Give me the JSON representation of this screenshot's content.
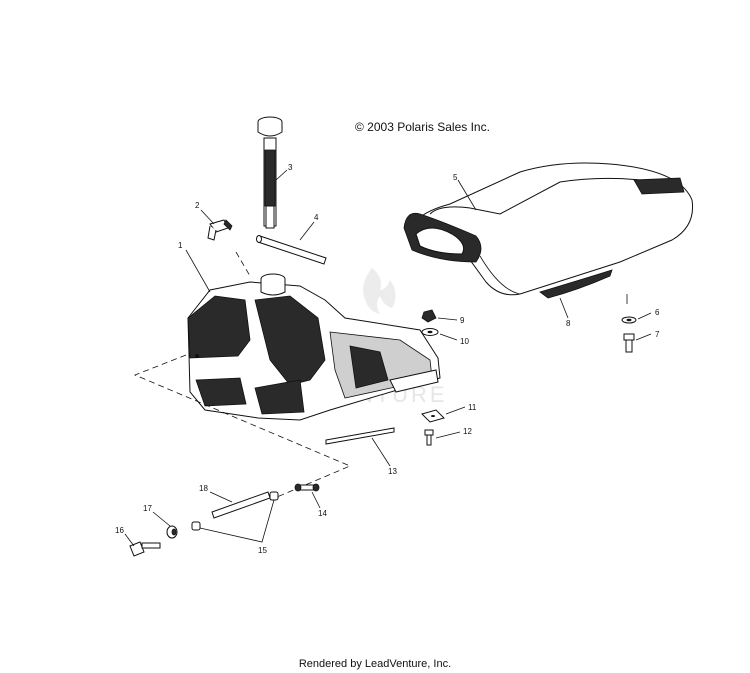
{
  "copyright": "© 2003 Polaris Sales Inc.",
  "footer": "Rendered by LeadVenture, Inc.",
  "watermark": "LEADVENTURE",
  "callouts": [
    "1",
    "2",
    "3",
    "4",
    "5",
    "6",
    "7",
    "8",
    "9",
    "10",
    "11",
    "12",
    "13",
    "14",
    "15",
    "16",
    "17",
    "18"
  ]
}
